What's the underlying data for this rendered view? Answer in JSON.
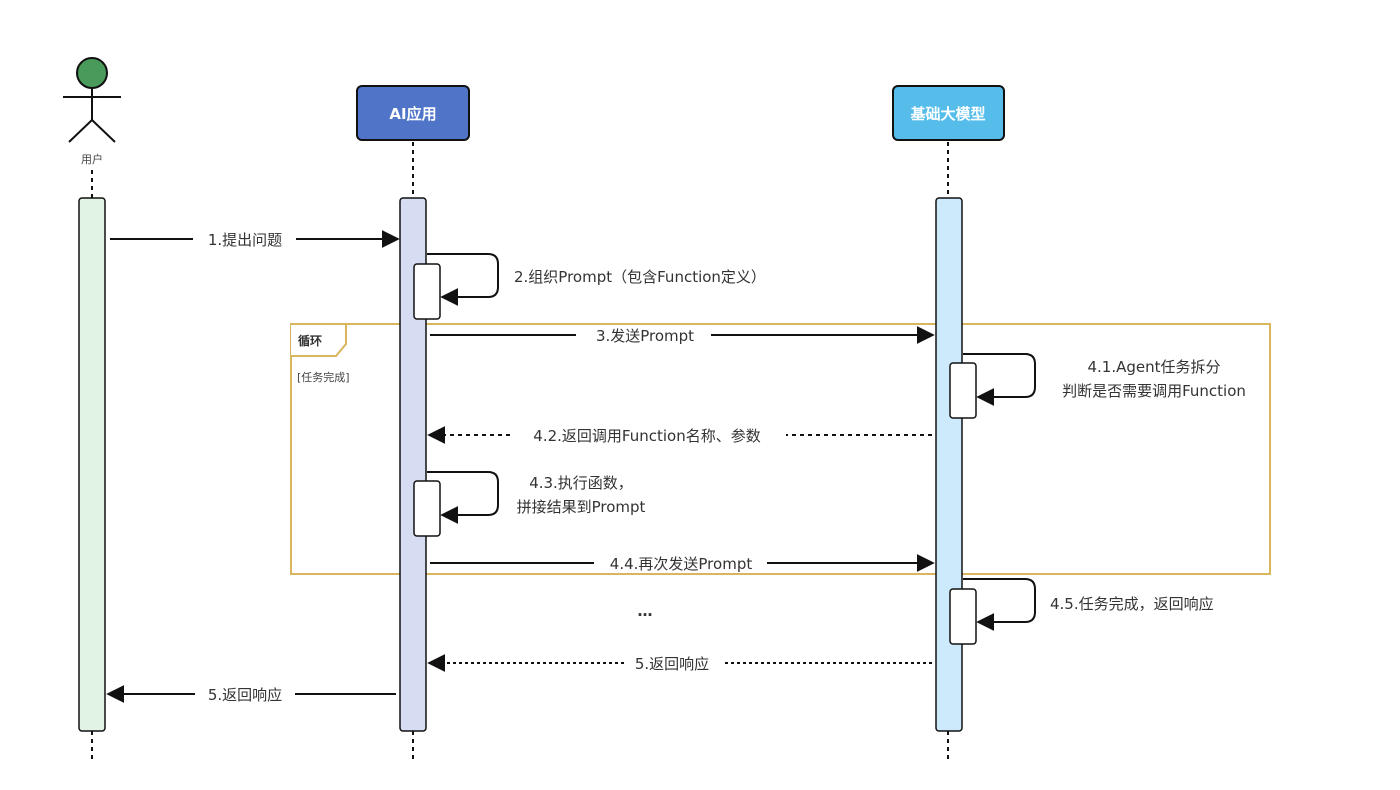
{
  "diagram": {
    "type": "sequence",
    "participants": [
      {
        "id": "user",
        "label": "用户",
        "kind": "actor",
        "color": "#4a9a5c",
        "lifeline_color": "#e0f3e4"
      },
      {
        "id": "app",
        "label": "AI应用",
        "kind": "box",
        "color": "#4f74c8",
        "lifeline_color": "#d6dcf2"
      },
      {
        "id": "model",
        "label": "基础大模型",
        "kind": "box",
        "color": "#56bdeb",
        "lifeline_color": "#cdeafc"
      }
    ],
    "messages": [
      {
        "id": "m1",
        "label": "1.提出问题",
        "from": "user",
        "to": "app",
        "style": "solid"
      },
      {
        "id": "m2",
        "label": "2.组织Prompt（包含Function定义）",
        "from": "app",
        "to": "app",
        "style": "self"
      },
      {
        "id": "m3",
        "label": "3.发送Prompt",
        "from": "app",
        "to": "model",
        "style": "solid"
      },
      {
        "id": "m41",
        "label_lines": [
          "4.1.Agent任务拆分",
          "判断是否需要调用Function"
        ],
        "from": "model",
        "to": "model",
        "style": "self"
      },
      {
        "id": "m42",
        "label": "4.2.返回调用Function名称、参数",
        "from": "model",
        "to": "app",
        "style": "dashed"
      },
      {
        "id": "m43",
        "label_lines": [
          "4.3.执行函数，",
          "拼接结果到Prompt"
        ],
        "from": "app",
        "to": "app",
        "style": "self"
      },
      {
        "id": "m44",
        "label": "4.4.再次发送Prompt",
        "from": "app",
        "to": "model",
        "style": "solid"
      },
      {
        "id": "m45",
        "label": "4.5.任务完成，返回响应",
        "from": "model",
        "to": "model",
        "style": "self"
      },
      {
        "id": "m5a",
        "label": "5.返回响应",
        "from": "model",
        "to": "app",
        "style": "dashed"
      },
      {
        "id": "m5b",
        "label": "5.返回响应",
        "from": "app",
        "to": "user",
        "style": "solid"
      }
    ],
    "ellipsis": "…",
    "loop_frame": {
      "tag": "循环",
      "guard": "[任务完成]",
      "border_color": "#d9b65e"
    }
  }
}
